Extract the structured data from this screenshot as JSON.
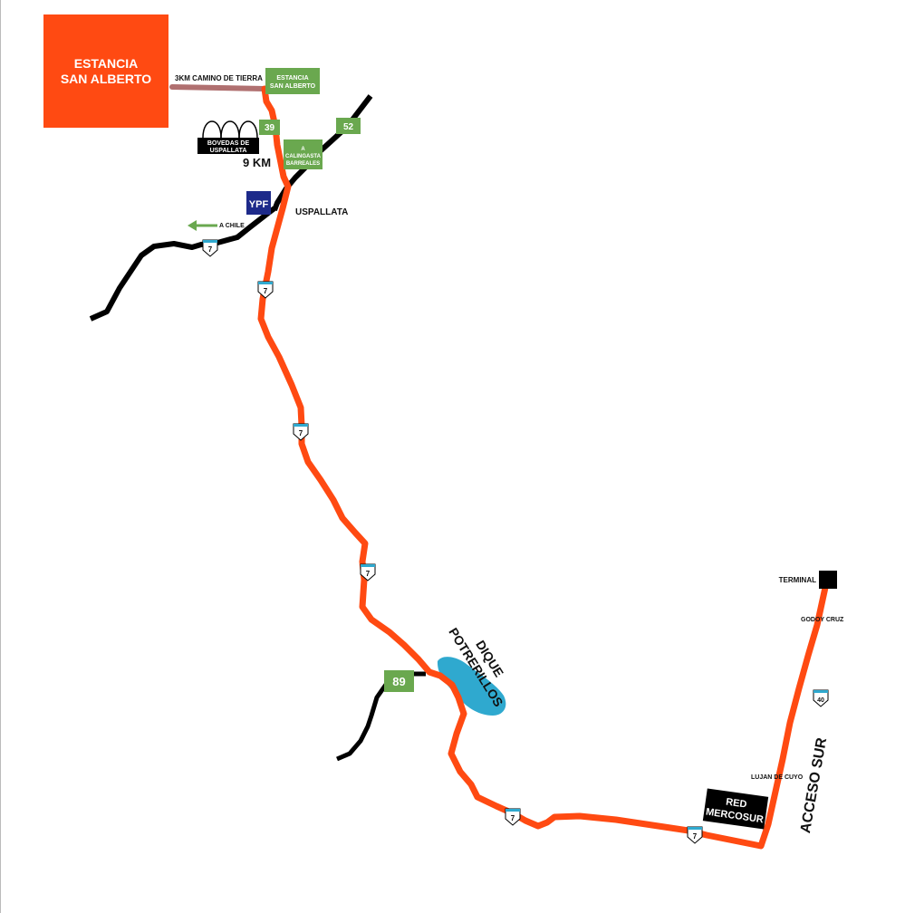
{
  "colors": {
    "route": "#ff4a12",
    "road": "#000000",
    "dirt_road": "#b07070",
    "estancia_box": "#ff4a12",
    "green_sign": "#6aa84f",
    "ypf": "#1d2a8a",
    "lake": "#2fa9cf",
    "black_box": "#000000"
  },
  "estancia_box": {
    "line1": "ESTANCIA",
    "line2": "SAN ALBERTO"
  },
  "dirt_road_label": "3KM CAMINO DE TIERRA",
  "signs": {
    "estancia": {
      "line1": "ESTANCIA",
      "line2": "SAN ALBERTO"
    },
    "r39": "39",
    "r52": "52",
    "calingasta": {
      "line1": "A",
      "line2": "CALINGASTA",
      "line3": "BARREALES"
    },
    "r89": "89"
  },
  "bovedas": {
    "line1": "BOVEDAS DE",
    "line2": "USPALLATA"
  },
  "distance": "9 KM",
  "ypf": "YPF",
  "towns": {
    "uspallata": "USPALLATA",
    "a_chile": "A CHILE",
    "terminal": "TERMINAL",
    "godoy_cruz": "GODOY CRUZ",
    "lujan": "LUJAN DE CUYO"
  },
  "dique": {
    "line1": "DIQUE",
    "line2": "POTRERILLOS"
  },
  "red_mercosur": {
    "line1": "RED",
    "line2": "MERCOSUR"
  },
  "acceso_sur": "ACCESO SUR",
  "shields": {
    "ruta7": "7",
    "ruta40": "40"
  }
}
